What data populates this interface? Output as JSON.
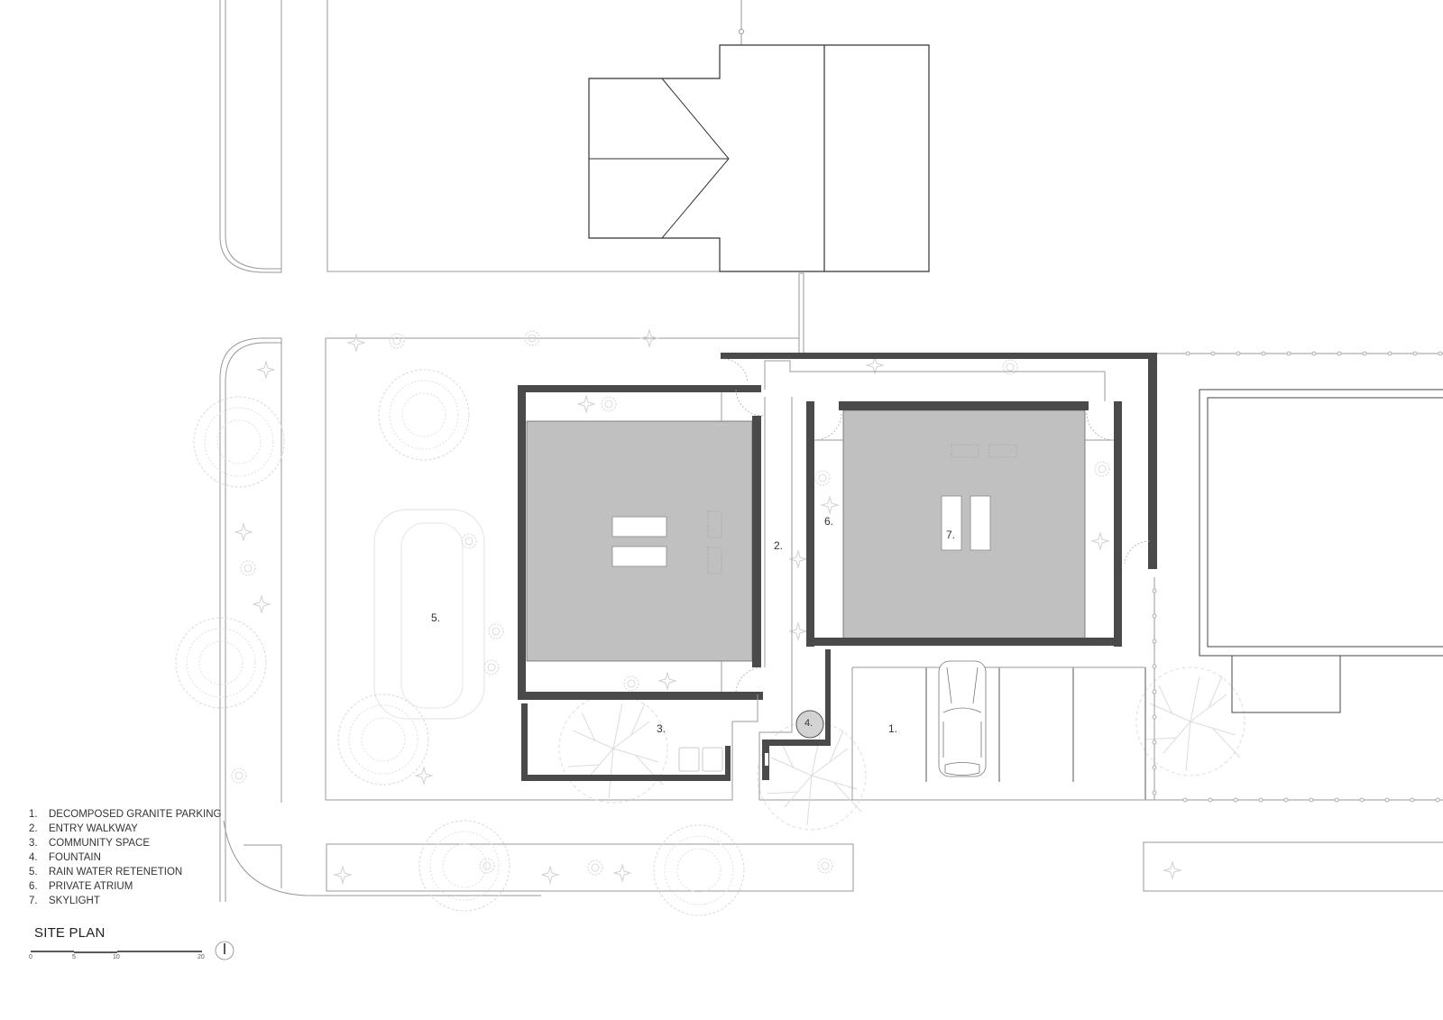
{
  "drawing": {
    "title": "SITE PLAN",
    "colors": {
      "wall": "#4a4a4a",
      "roof": "#c0c0c0",
      "line": "#555555",
      "light_line": "#9a9a9a",
      "vegetation": "#d8d8d8",
      "fountain": "#d3d3d3"
    }
  },
  "legend": [
    {
      "num": "1.",
      "text": "DECOMPOSED GRANITE PARKING"
    },
    {
      "num": "2.",
      "text": "ENTRY WALKWAY"
    },
    {
      "num": "3.",
      "text": "COMMUNITY SPACE"
    },
    {
      "num": "4.",
      "text": "FOUNTAIN"
    },
    {
      "num": "5.",
      "text": "RAIN WATER RETENETION"
    },
    {
      "num": "6.",
      "text": "PRIVATE ATRIUM"
    },
    {
      "num": "7.",
      "text": "SKYLIGHT"
    }
  ],
  "plan_labels": {
    "parking": "1.",
    "walkway": "2.",
    "community": "3.",
    "fountain": "4.",
    "retention": "5.",
    "atrium": "6.",
    "skylight": "7."
  },
  "scale_bar": {
    "ticks": [
      "0",
      "5",
      "10",
      "20"
    ]
  },
  "north_arrow": {
    "icon": "north-arrow-icon"
  }
}
